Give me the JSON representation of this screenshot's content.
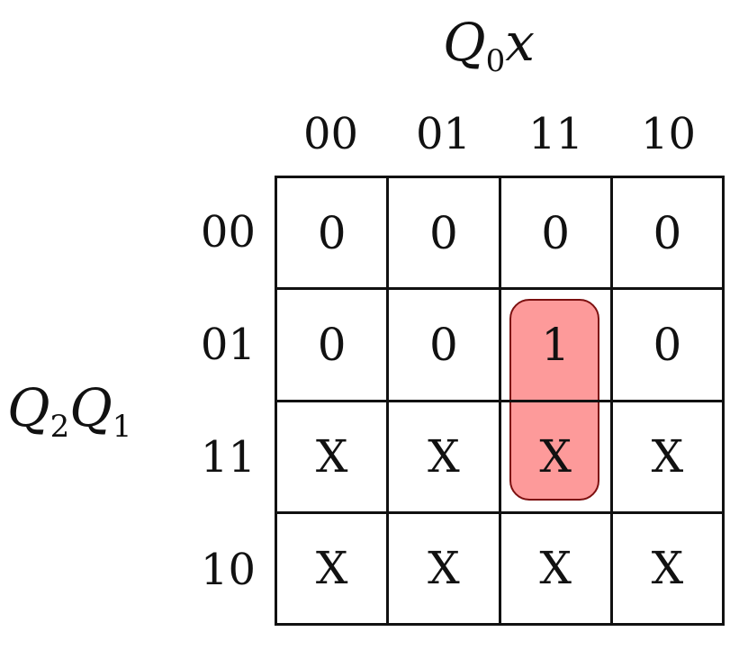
{
  "column_variable": {
    "main": "Q",
    "sub": "0",
    "tail": "x"
  },
  "row_variable": {
    "v1": "Q",
    "s1": "2",
    "v2": "Q",
    "s2": "1"
  },
  "column_labels": [
    "00",
    "01",
    "11",
    "10"
  ],
  "row_labels": [
    "00",
    "01",
    "11",
    "10"
  ],
  "cells": [
    [
      "0",
      "0",
      "0",
      "0"
    ],
    [
      "0",
      "0",
      "1",
      "0"
    ],
    [
      "X",
      "X",
      "X",
      "X"
    ],
    [
      "X",
      "X",
      "X",
      "X"
    ]
  ],
  "grouping": {
    "cells": [
      [
        1,
        2
      ],
      [
        2,
        2
      ]
    ],
    "fill_color": "#fd9a9a",
    "border_color": "#7d1010"
  }
}
